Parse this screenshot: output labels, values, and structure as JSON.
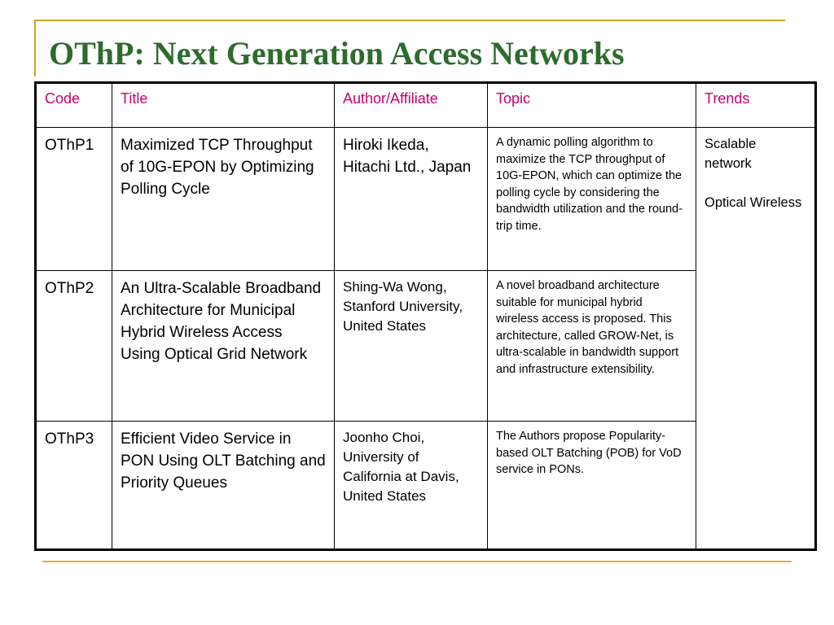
{
  "slide": {
    "title": "OThP: Next Generation Access Networks",
    "colors": {
      "title": "#2e6b2e",
      "header_text": "#c8006e",
      "accent_rule": "#d4a420"
    }
  },
  "table": {
    "headers": {
      "code": "Code",
      "title": "Title",
      "author": "Author/Affiliate",
      "topic": "Topic",
      "trends": "Trends"
    },
    "rows": [
      {
        "code": "OThP1",
        "title": "Maximized TCP Throughput of 10G-EPON by Optimizing Polling Cycle",
        "author": "Hiroki Ikeda, Hitachi Ltd., Japan",
        "topic": "A dynamic polling algorithm to maximize the TCP throughput of 10G-EPON, which can optimize the polling cycle by considering the bandwidth utilization and the round-trip time."
      },
      {
        "code": "OThP2",
        "title": "An Ultra-Scalable Broadband Architecture for Municipal Hybrid Wireless Access Using Optical Grid Network",
        "author": "Shing-Wa Wong, Stanford University, United States",
        "topic": "A novel broadband architecture suitable for municipal hybrid wireless access is proposed. This architecture, called GROW-Net, is ultra-scalable in bandwidth support and infrastructure extensibility."
      },
      {
        "code": "OThP3",
        "title": "Efficient Video Service in PON Using OLT Batching and Priority Queues",
        "author": "Joonho Choi, University of California at Davis, United States",
        "topic": "The Authors propose Popularity-based OLT Batching (POB) for VoD service in PONs."
      }
    ],
    "trends": [
      "Scalable network",
      "Optical Wireless"
    ]
  }
}
